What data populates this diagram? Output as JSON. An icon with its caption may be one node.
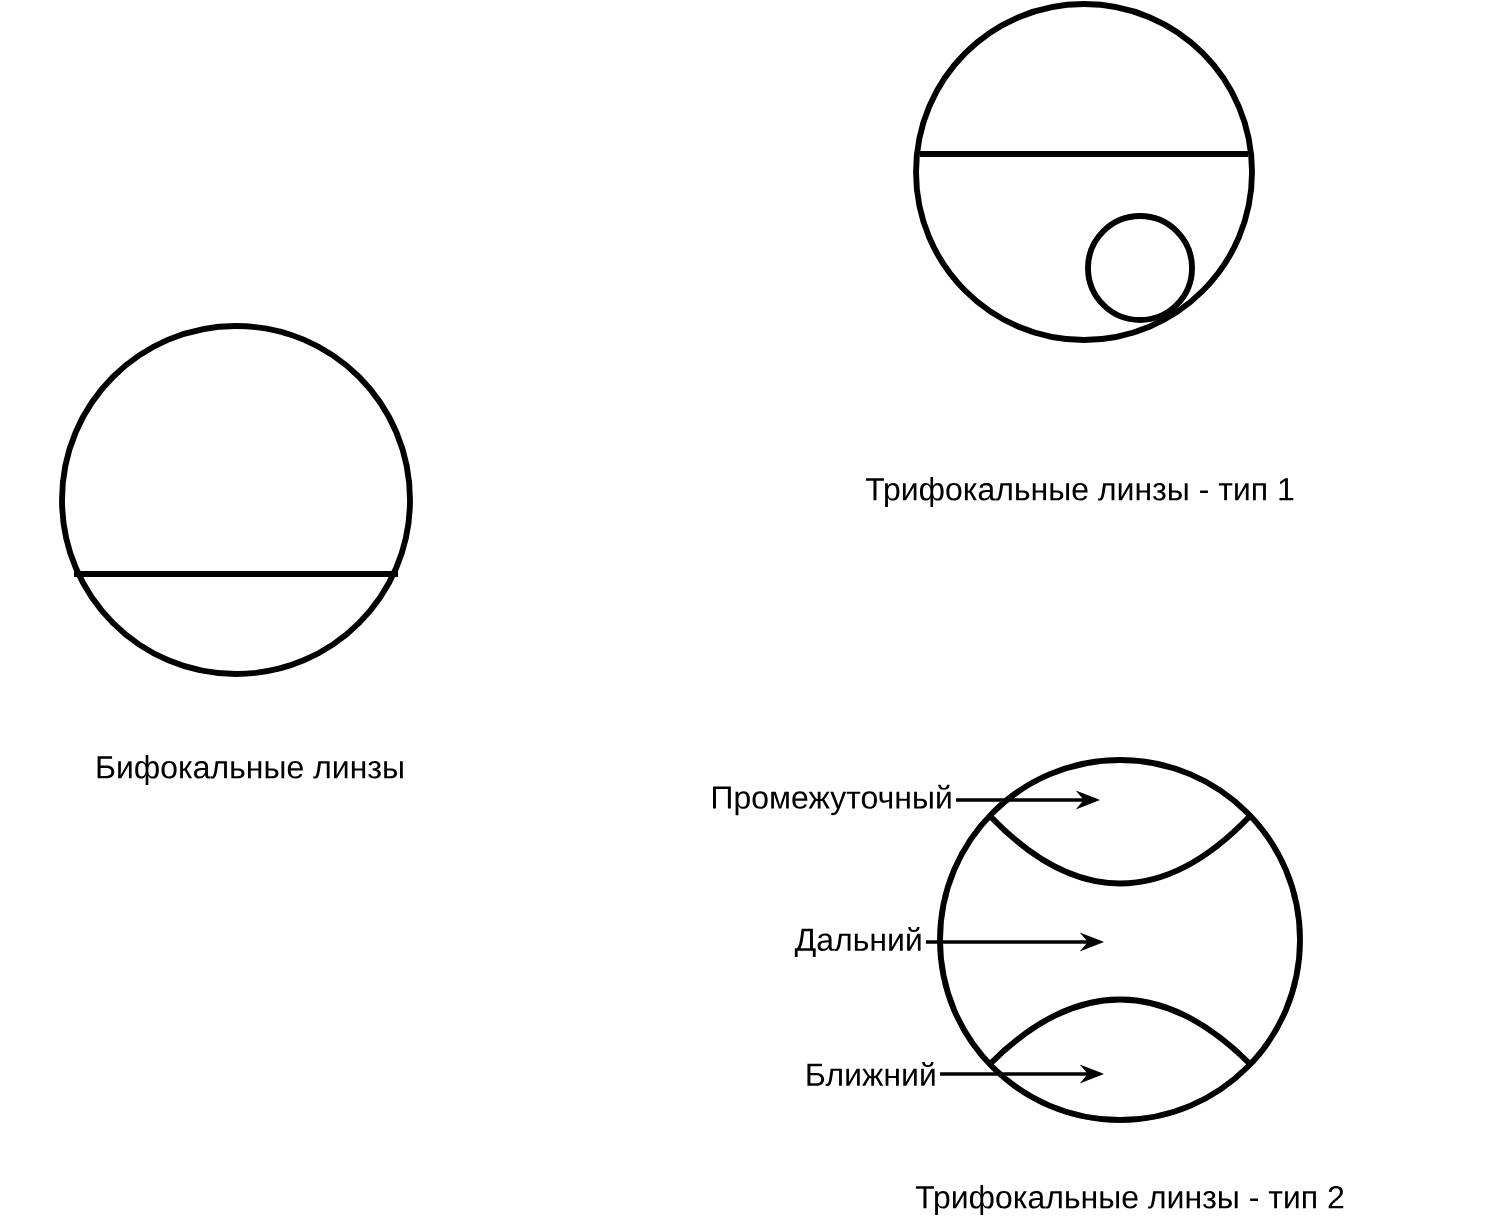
{
  "diagram": {
    "nodes": [
      {
        "text": [],
        "shape": "circle"
      },
      {
        "text": [],
        "shape": "circle"
      },
      {
        "text": [],
        "shape": "circle"
      },
      {
        "text": [
          "Промежуточный"
        ]
      },
      {
        "text": [
          "Дальний"
        ]
      },
      {
        "text": [
          "Ближний"
        ]
      }
    ],
    "edges": [
      {
        "from": 3,
        "to": 2,
        "arrow": "to"
      },
      {
        "from": 4,
        "to": 2,
        "arrow": "to"
      },
      {
        "from": 5,
        "to": 2,
        "arrow": "to"
      }
    ],
    "labels": [
      "Трифокальные линзы - тип 1",
      "Бифокальные линзы",
      "Трифокальные линзы - тип 2"
    ]
  }
}
